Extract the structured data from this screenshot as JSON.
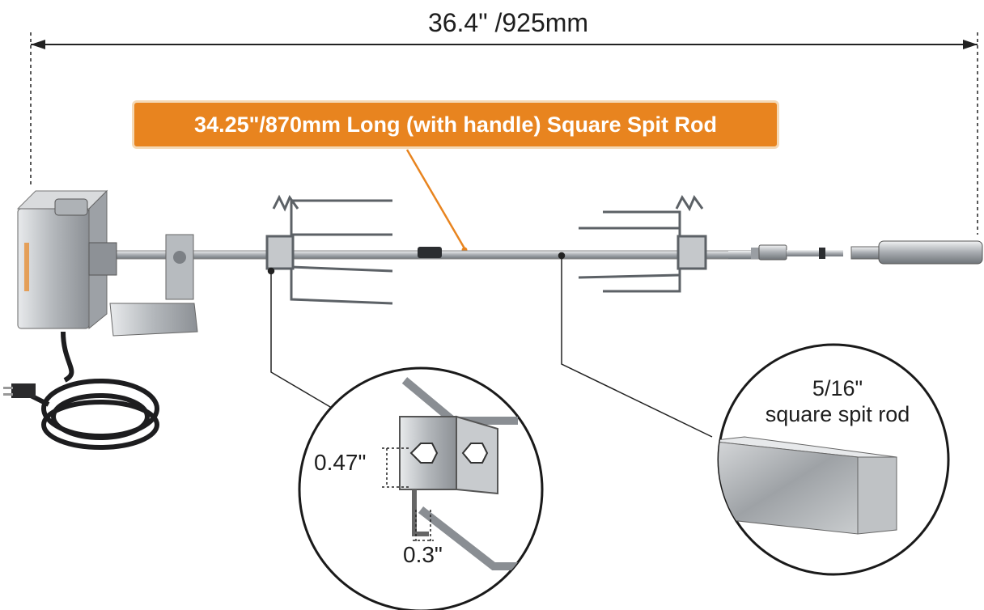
{
  "dimensions": {
    "overall_length": "36.4\" /925mm",
    "rod_callout": "34.25\"/870mm Long (with handle) Square Spit Rod",
    "fork_gap": "0.47\"",
    "fork_thickness": "0.3\"",
    "rod_size_line1": "5/16\"",
    "rod_size_line2": "square spit rod"
  },
  "colors": {
    "callout_background": "#e8841f",
    "dimension_lines": "#222222",
    "steel": "#b8bcc1"
  },
  "icons": [
    "motor-icon",
    "power-cord-icon",
    "forks-icon",
    "handle-icon"
  ]
}
